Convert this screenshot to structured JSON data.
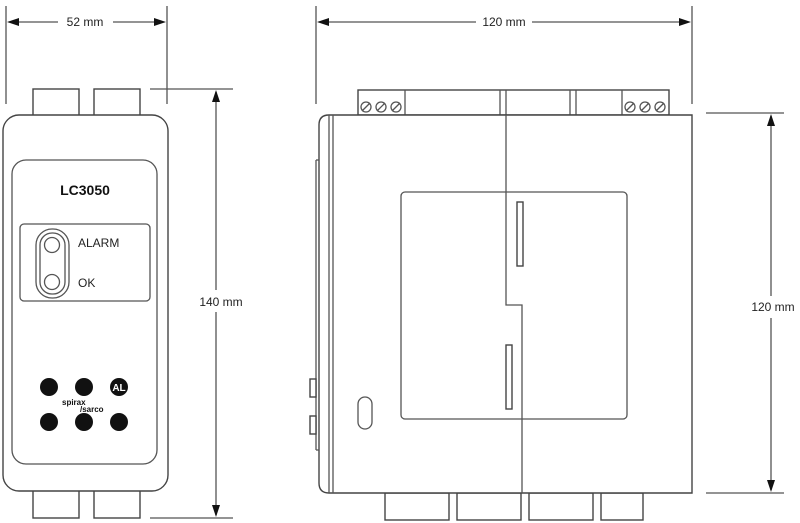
{
  "front_view": {
    "model_label": "LC3050",
    "indicators": [
      {
        "label": "ALARM"
      },
      {
        "label": "OK"
      }
    ],
    "badge_label": "AL",
    "brand_top": "spirax",
    "brand_bottom": "/sarco",
    "width_dimension": "52 mm",
    "height_dimension": "140 mm"
  },
  "side_view": {
    "width_dimension": "120 mm",
    "height_dimension": "120 mm",
    "terminal_screws_left": 3,
    "terminal_screws_right": 3
  },
  "colors": {
    "line": "#555555",
    "fill": "#ffffff",
    "ink": "#111111"
  }
}
